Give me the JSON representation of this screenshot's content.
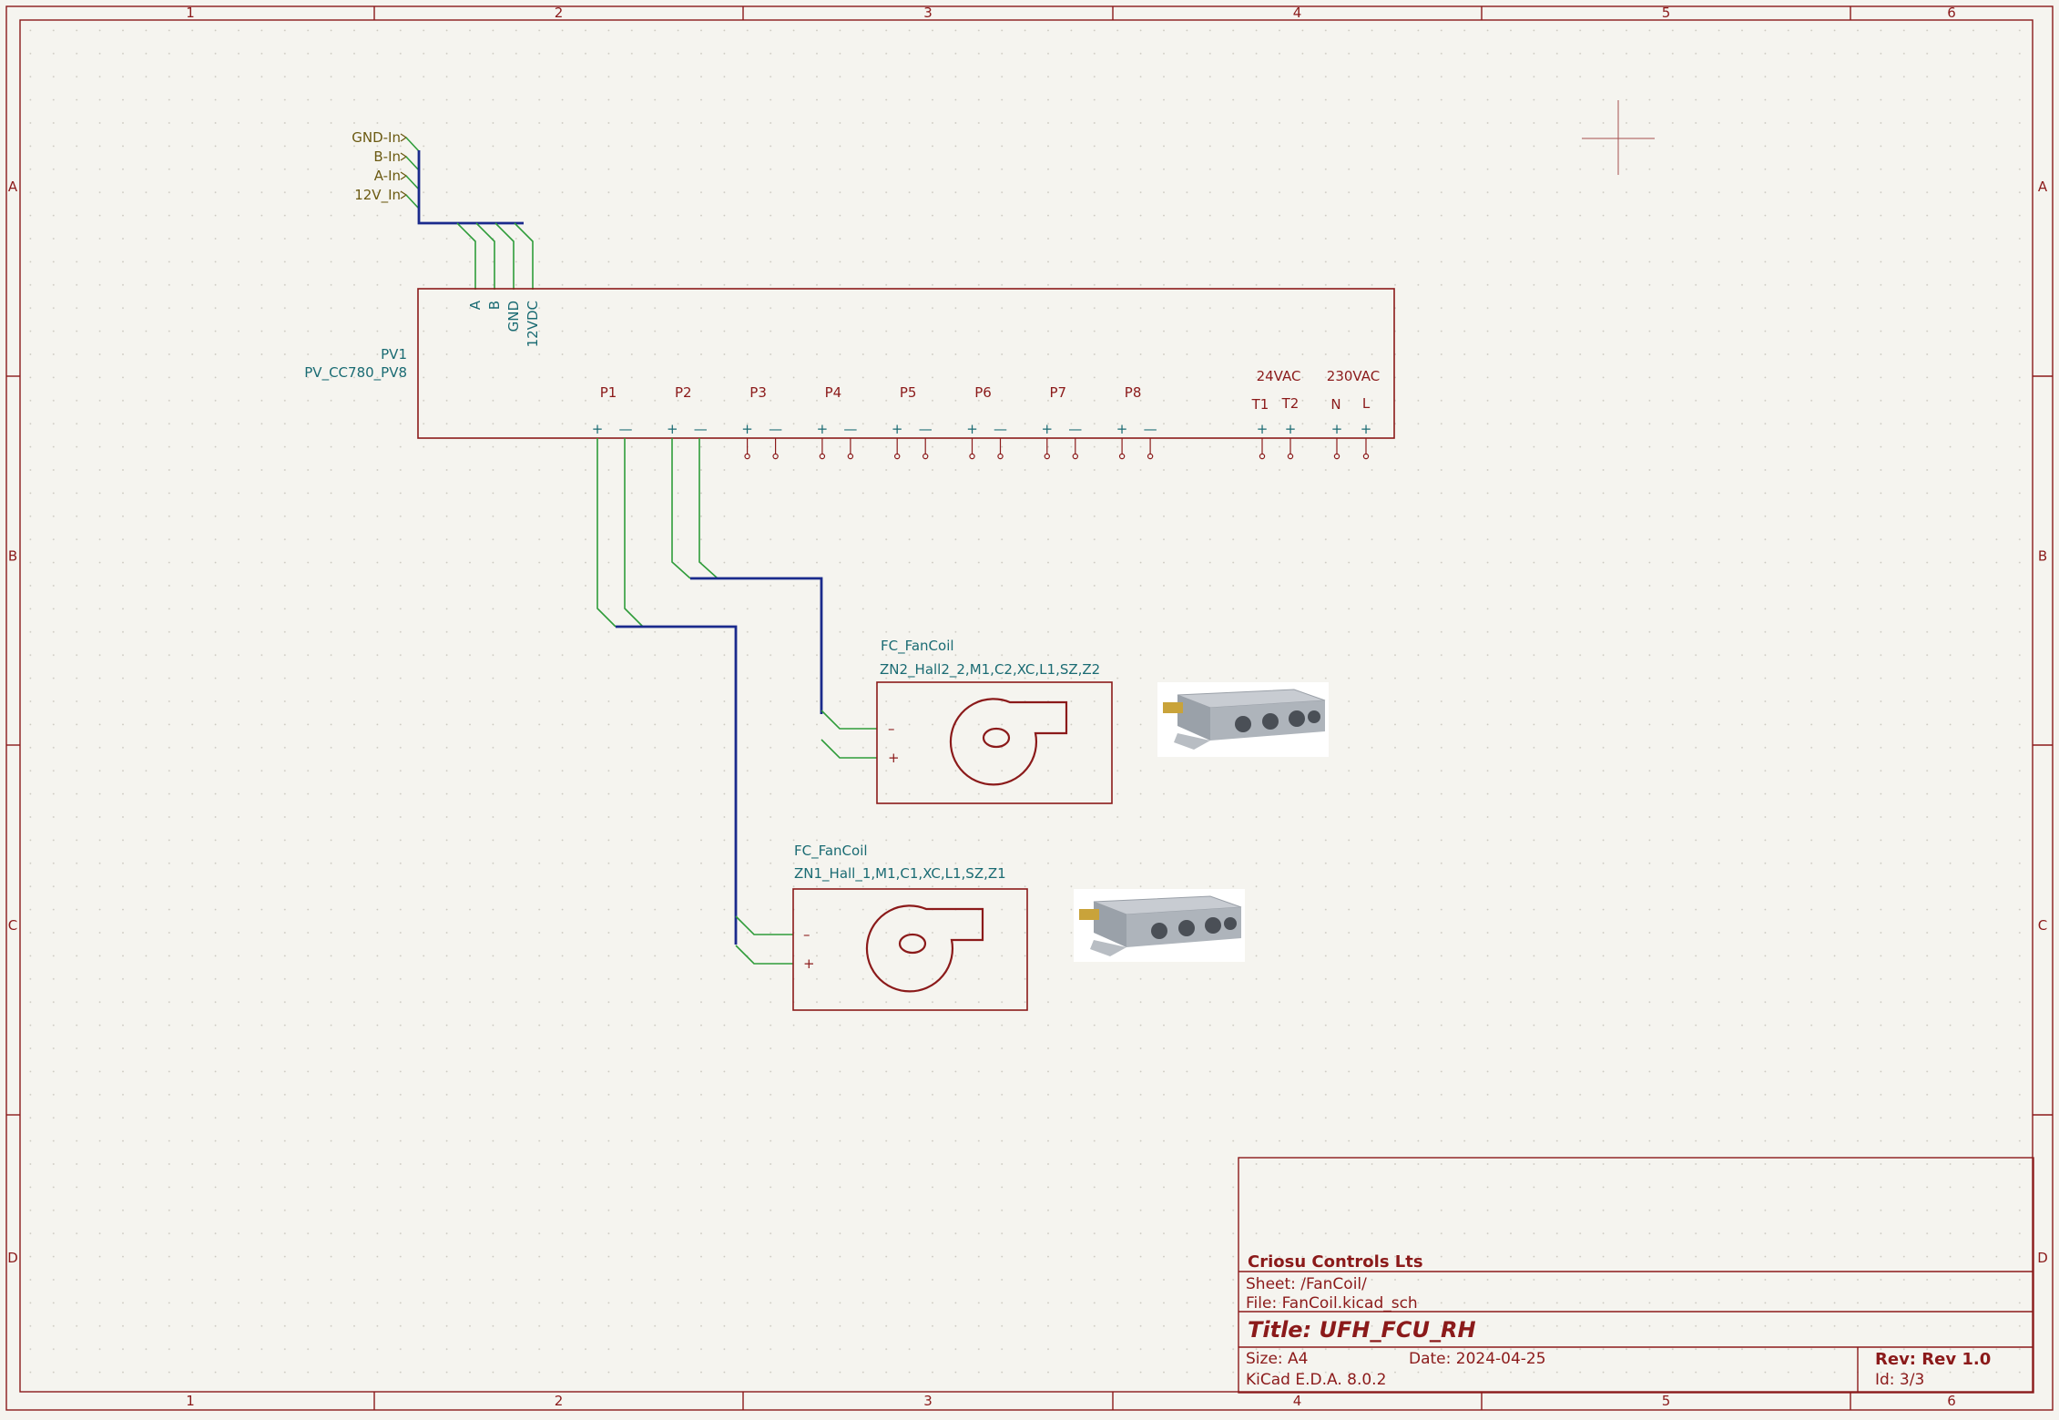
{
  "frame": {
    "col_labels": [
      "1",
      "2",
      "3",
      "4",
      "5",
      "6"
    ],
    "row_labels": [
      "A",
      "B",
      "C",
      "D"
    ]
  },
  "hier_labels": [
    "GND-In",
    "B-In",
    "A-In",
    "12V_In"
  ],
  "bus_entries_labels": [
    "A",
    "B",
    "GND",
    "12VDC"
  ],
  "controller": {
    "reference": "PV1",
    "value": "PV_CC780_PV8",
    "ports": [
      "P1",
      "P2",
      "P3",
      "P4",
      "P5",
      "P6",
      "P7",
      "P8"
    ],
    "port_plus": "+",
    "port_minus": "—",
    "supply_24": "24VAC",
    "supply_230": "230VAC",
    "pins_24": [
      "T1",
      "T2"
    ],
    "pins_230": [
      "N",
      "L"
    ],
    "supply_pin_sign": "+"
  },
  "fancoil_2": {
    "ref": "FC_FanCoil",
    "value": "ZN2_Hall2_2,M1,C2,XC,L1,SZ,Z2",
    "minus": "–",
    "plus": "+"
  },
  "fancoil_1": {
    "ref": "FC_FanCoil",
    "value": "ZN1_Hall_1,M1,C1,XC,L1,SZ,Z1",
    "minus": "–",
    "plus": "+"
  },
  "title_block": {
    "company": "Criosu Controls Lts",
    "sheet": "Sheet: /FanCoil/",
    "file": "File: FanCoil.kicad_sch",
    "title": "Title: UFH_FCU_RH",
    "size": "Size: A4",
    "date": "Date: 2024-04-25",
    "rev": "Rev: Rev 1.0",
    "tool": "KiCad E.D.A. 8.0.2",
    "id": "Id: 3/3"
  },
  "colors": {
    "frame": "#8b1a1a",
    "wire": "#2f9c3a",
    "bus": "#1a2a8c",
    "field_text": "#1a6b73",
    "label_text": "#6b5a12",
    "background": "#f5f4ef"
  }
}
